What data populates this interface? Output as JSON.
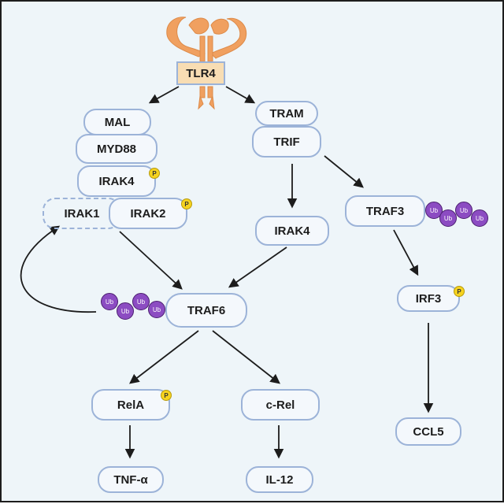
{
  "receptor": {
    "label": "TLR4"
  },
  "adaptors": {
    "mal": "MAL",
    "myd88": "MYD88",
    "irak4": "IRAK4",
    "irak1": "IRAK1",
    "irak2": "IRAK2"
  },
  "trif_branch": {
    "tram": "TRAM",
    "trif": "TRIF",
    "irak4": "IRAK4",
    "traf3": "TRAF3",
    "irf3": "IRF3",
    "ccl5": "CCL5"
  },
  "central": {
    "traf6": "TRAF6"
  },
  "effectors": {
    "rela": "RelA",
    "crel": "c-Rel",
    "tnf": "TNF-α",
    "il12": "IL-12"
  },
  "badges": {
    "phospho": "P",
    "ubiquitin": "Ub"
  },
  "colors": {
    "background": "#eef5f9",
    "node_border": "#9cb3d8",
    "receptor_body": "#f0a060",
    "tlr4_label_fill": "#f8ddb3",
    "phospho": "#f6d31f",
    "ubiquitin": "#8c4cc2",
    "arrow": "#1c1c1c"
  }
}
